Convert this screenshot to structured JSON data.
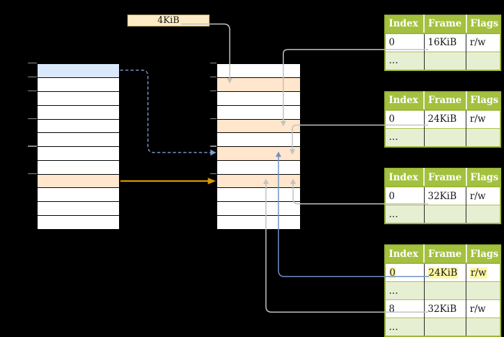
{
  "labels": {
    "page_size": "4KiB",
    "ellipsis": "…"
  },
  "virtual_memory": {
    "rows": [
      "blue",
      "plain",
      "plain",
      "plain",
      "plain",
      "plain",
      "plain",
      "plain",
      "orange",
      "plain",
      "plain",
      "plain"
    ],
    "tick_rows": [
      0,
      1,
      2,
      4,
      6,
      8
    ]
  },
  "physical_memory": {
    "rows": [
      "plain",
      "orange",
      "plain",
      "plain",
      "orange",
      "plain",
      "orange",
      "plain",
      "orange",
      "plain",
      "plain",
      "plain"
    ],
    "tick_rows": [
      0,
      1,
      2,
      4,
      6,
      8
    ]
  },
  "page_tables": {
    "headers": [
      "Index",
      "Frame",
      "Flags"
    ],
    "tables": [
      {
        "name": "page-table-frame-16kib",
        "rows": [
          {
            "index": "0",
            "frame": "16KiB",
            "flags": "r/w"
          },
          {
            "index": "…",
            "frame": "",
            "flags": ""
          }
        ]
      },
      {
        "name": "page-table-frame-24kib",
        "rows": [
          {
            "index": "0",
            "frame": "24KiB",
            "flags": "r/w"
          },
          {
            "index": "…",
            "frame": "",
            "flags": ""
          }
        ]
      },
      {
        "name": "page-table-frame-32kib",
        "rows": [
          {
            "index": "0",
            "frame": "32KiB",
            "flags": "r/w"
          },
          {
            "index": "…",
            "frame": "",
            "flags": ""
          }
        ]
      },
      {
        "name": "page-table-level-2",
        "rows": [
          {
            "index": "0",
            "frame": "24KiB",
            "flags": "r/w",
            "highlight": true
          },
          {
            "index": "…",
            "frame": "",
            "flags": ""
          },
          {
            "index": "8",
            "frame": "32KiB",
            "flags": "r/w"
          },
          {
            "index": "…",
            "frame": "",
            "flags": ""
          }
        ]
      }
    ]
  },
  "colors": {
    "background": "#000000",
    "cell_orange": "#ffe6cc",
    "cell_blue": "#dae8fc",
    "size_box_fill": "#fcebc4",
    "size_box_border": "#d2b65e",
    "table_header_bg": "#a3c13e",
    "table_header_text": "#ffffff",
    "table_alt_row_bg": "#e7efd3",
    "table_border_green": "#9cb53a",
    "highlight_yellow": "#fdf6a3",
    "arrow_gray": "#c2c2c2",
    "arrow_blue": "#7191c4",
    "arrow_blue_dashed": "#7d9fd3",
    "arrow_orange": "#d79b00",
    "tick_gray": "#8f8f8f"
  }
}
